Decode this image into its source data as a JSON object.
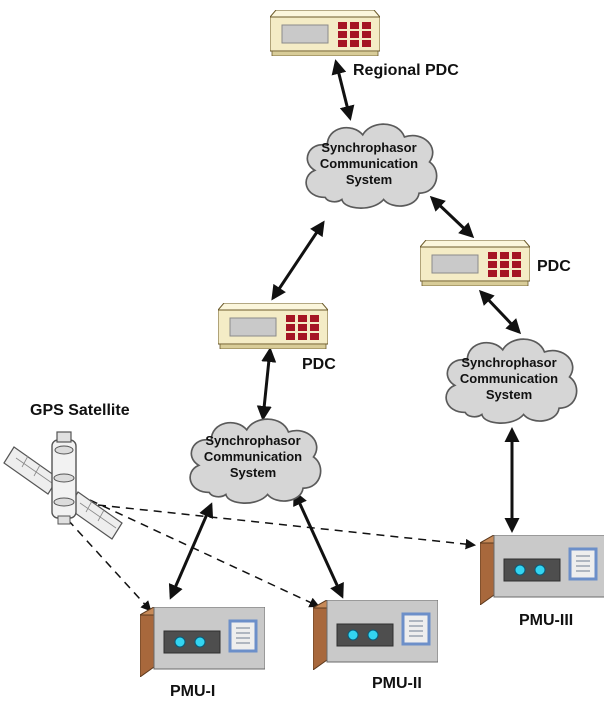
{
  "colors": {
    "pdc_body": "#f4ecc6",
    "pdc_top": "#fbf6dc",
    "pdc_screen": "#c9c9c9",
    "pdc_buttons": "#a51524",
    "pmu_face": "#c9c9c9",
    "pmu_side": "#a8683c",
    "pmu_window": "#4e4e4e",
    "pmu_led": "#33d4f0",
    "pmu_panel": "#6c8fc9",
    "cloud_fill": "#d6d6d6",
    "cloud_stroke": "#5a5a5a",
    "arrow": "#111111"
  },
  "icons": {
    "pdc": "pdc-device-icon",
    "pmu": "pmu-device-icon",
    "cloud": "cloud-icon",
    "satellite": "gps-satellite-icon"
  },
  "labels": {
    "regional_pdc": "Regional PDC",
    "pdc_right": "PDC",
    "pdc_left": "PDC",
    "gps": "GPS Satellite",
    "pmu1": "PMU-I",
    "pmu2": "PMU-II",
    "pmu3": "PMU-III"
  },
  "clouds": {
    "top": [
      "Synchrophasor",
      "Communication",
      "System"
    ],
    "left": [
      "Synchrophasor",
      "Communication",
      "System"
    ],
    "right": [
      "Synchrophasor",
      "Communication",
      "System"
    ]
  }
}
